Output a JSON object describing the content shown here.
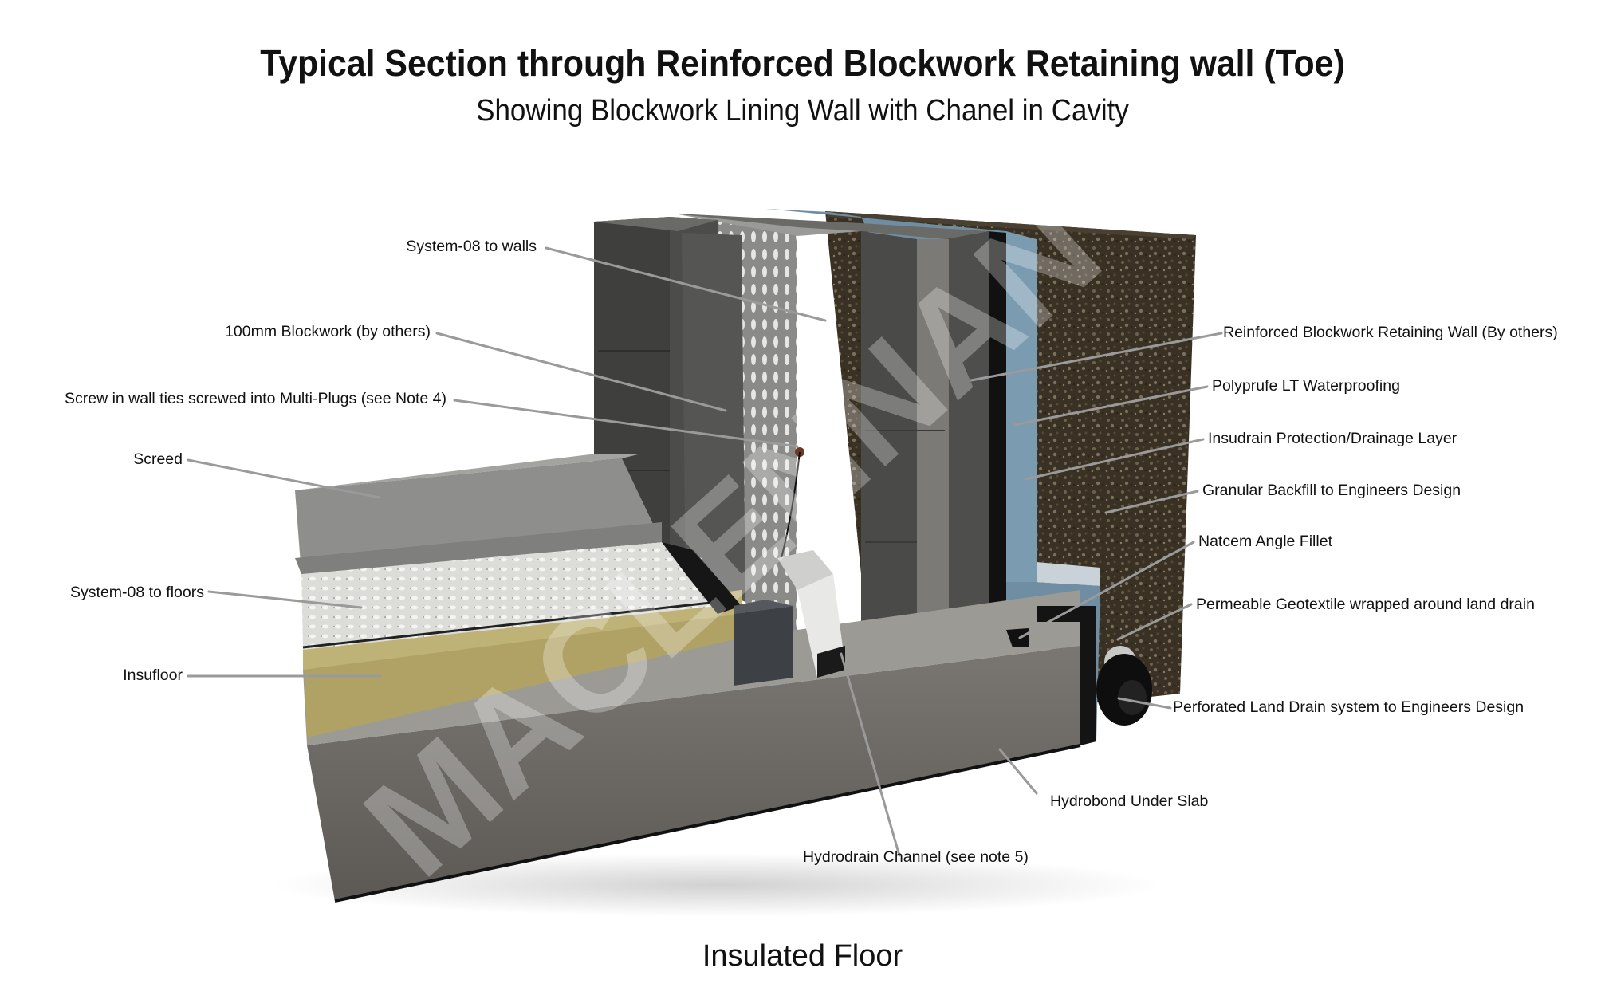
{
  "title": "Typical Section through Reinforced Blockwork Retaining wall (Toe)",
  "subtitle": "Showing Blockwork Lining Wall with Chanel in Cavity",
  "footer": "Insulated Floor",
  "watermark": "MACLENNAN",
  "labels_left": [
    {
      "id": "system08-walls",
      "text": "System-08 to walls"
    },
    {
      "id": "blockwork-100mm",
      "text": "100mm Blockwork (by others)"
    },
    {
      "id": "wall-ties",
      "text": "Screw in wall ties screwed into Multi-Plugs (see Note 4)"
    },
    {
      "id": "screed",
      "text": "Screed"
    },
    {
      "id": "system08-floors",
      "text": "System-08 to floors"
    },
    {
      "id": "insufloor",
      "text": "Insufloor"
    }
  ],
  "labels_right": [
    {
      "id": "retaining-wall",
      "text": "Reinforced Blockwork Retaining Wall (By others)"
    },
    {
      "id": "polyprufe",
      "text": "Polyprufe LT Waterproofing"
    },
    {
      "id": "insudrain",
      "text": "Insudrain Protection/Drainage Layer"
    },
    {
      "id": "granular-backfill",
      "text": "Granular Backfill to Engineers Design"
    },
    {
      "id": "natcem-fillet",
      "text": "Natcem Angle Fillet"
    },
    {
      "id": "geotextile",
      "text": "Permeable Geotextile wrapped around land drain"
    },
    {
      "id": "land-drain",
      "text": "Perforated Land Drain system to Engineers Design"
    }
  ],
  "labels_bottom": [
    {
      "id": "hydrobond",
      "text": "Hydrobond Under Slab"
    },
    {
      "id": "hydrodrain",
      "text": "Hydrodrain Channel (see  note 5)"
    }
  ],
  "colors": {
    "blockwork": "#4a4a48",
    "blockwork_light": "#5c5c5a",
    "membrane": "#8d8d8b",
    "mortar": "#7a7a76",
    "insudrain_blue": "#6f8ea3",
    "backfill": "#3b3226",
    "screed": "#8e8e8c",
    "system08_floor": "#dcdcd8",
    "insufloor": "#b0a265",
    "slab": "#6b6864",
    "slab_top": "#9c9a95",
    "leader": "#9a9a9a"
  }
}
